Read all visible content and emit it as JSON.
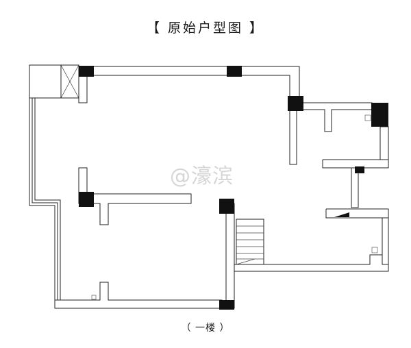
{
  "title": "【 原始户型图 】",
  "watermark": "@濠滨",
  "caption": "（ 一楼 ）"
}
